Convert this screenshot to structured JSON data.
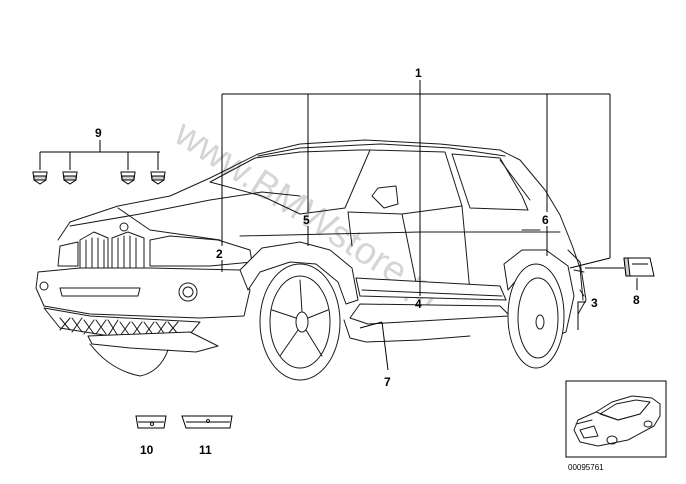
{
  "watermark": "www.BMWstore.pl",
  "callouts": {
    "c1": "1",
    "c2": "2",
    "c3": "3",
    "c4": "4",
    "c5": "5",
    "c6": "6",
    "c7": "7",
    "c8": "8",
    "c9": "9",
    "c10": "10",
    "c11": "11"
  },
  "reference_code": "00095761",
  "icons": {
    "main": "bmw-x5-suv-line-drawing",
    "inset": "sedan-thumbnail-drawing"
  }
}
